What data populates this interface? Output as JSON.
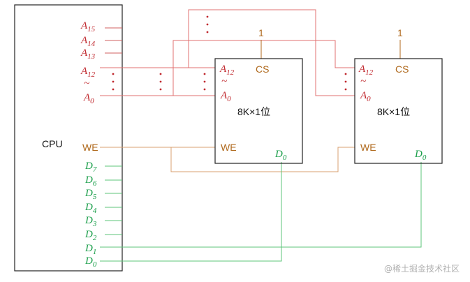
{
  "colors": {
    "address": "#c0282e",
    "address_line": "#e07070",
    "control": "#b06a1e",
    "control_line": "#d9a070",
    "data": "#1a9e4a",
    "data_line": "#5cc47a",
    "outline": "#222222"
  },
  "cpu": {
    "label": "CPU"
  },
  "address_pins": [
    {
      "name": "A",
      "sub": "15"
    },
    {
      "name": "A",
      "sub": "14"
    },
    {
      "name": "A",
      "sub": "13"
    },
    {
      "name": "A",
      "sub": "12"
    },
    {
      "name": "A",
      "sub": "0"
    }
  ],
  "tilde": "~",
  "we_label": "WE",
  "data_pins": [
    {
      "name": "D",
      "sub": "7"
    },
    {
      "name": "D",
      "sub": "6"
    },
    {
      "name": "D",
      "sub": "5"
    },
    {
      "name": "D",
      "sub": "4"
    },
    {
      "name": "D",
      "sub": "3"
    },
    {
      "name": "D",
      "sub": "2"
    },
    {
      "name": "D",
      "sub": "1"
    },
    {
      "name": "D",
      "sub": "0"
    }
  ],
  "chips": [
    {
      "cs_label": "CS",
      "cs_value": "1",
      "addr_high": {
        "name": "A",
        "sub": "12"
      },
      "addr_low": {
        "name": "A",
        "sub": "0"
      },
      "tilde": "~",
      "capacity": "8K×1位",
      "we_label": "WE",
      "data_out": {
        "name": "D",
        "sub": "0"
      }
    },
    {
      "cs_label": "CS",
      "cs_value": "1",
      "addr_high": {
        "name": "A",
        "sub": "12"
      },
      "addr_low": {
        "name": "A",
        "sub": "0"
      },
      "tilde": "~",
      "capacity": "8K×1位",
      "we_label": "WE",
      "data_out": {
        "name": "D",
        "sub": "0"
      }
    }
  ],
  "watermark": "@稀土掘金技术社区"
}
